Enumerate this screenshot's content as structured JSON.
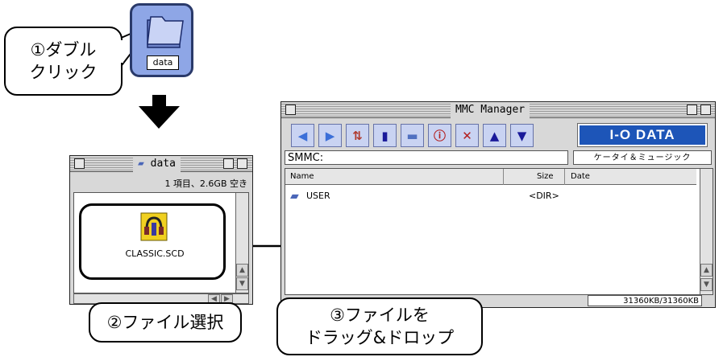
{
  "callouts": {
    "step1_line1": "①ダブル",
    "step1_line2": "クリック",
    "step2": "②ファイル選択",
    "step3_line1": "③ファイルを",
    "step3_line2": "ドラッグ&ドロップ"
  },
  "desktop_icon": {
    "label": "data",
    "icon": "folder-icon"
  },
  "finder_window": {
    "title": "data",
    "info": "1 項目、2.6GB 空き",
    "file": {
      "label": "CLASSIC.SCD",
      "icon": "headphones-file-icon"
    }
  },
  "mmc_window": {
    "title": "MMC Manager",
    "path": "SMMC:",
    "brand": "I-O DATA",
    "brand_tagline": "ケータイ＆ミュージック",
    "columns": {
      "name": "Name",
      "size": "Size",
      "date": "Date"
    },
    "rows": [
      {
        "name": "USER",
        "size": "<DIR>",
        "date": "",
        "icon": "folder-icon"
      }
    ],
    "status": "31360KB/31360KB",
    "toolbar": [
      {
        "name": "back-icon",
        "glyph": "◀",
        "color": "#3b6fd8"
      },
      {
        "name": "forward-icon",
        "glyph": "▶",
        "color": "#3b6fd8"
      },
      {
        "name": "sync-icon",
        "glyph": "⇅",
        "color": "#b03a2e"
      },
      {
        "name": "new-file-icon",
        "glyph": "▮",
        "color": "#1a1a9a"
      },
      {
        "name": "new-folder-icon",
        "glyph": "▬",
        "color": "#5070c0"
      },
      {
        "name": "info-icon",
        "glyph": "ⓘ",
        "color": "#b32020"
      },
      {
        "name": "delete-icon",
        "glyph": "✕",
        "color": "#b32020"
      },
      {
        "name": "move-up-icon",
        "glyph": "▲",
        "color": "#1a1a9a"
      },
      {
        "name": "move-down-icon",
        "glyph": "▼",
        "color": "#1a1a9a"
      }
    ]
  }
}
